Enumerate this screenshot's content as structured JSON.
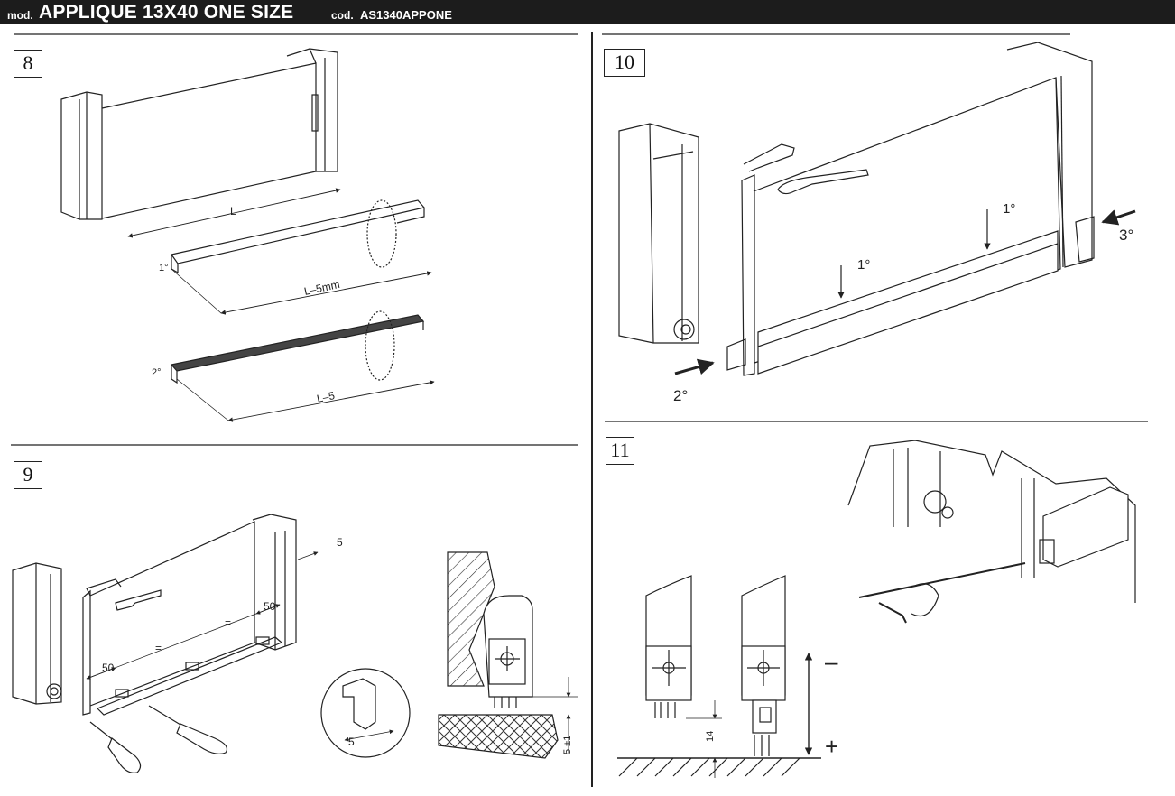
{
  "header": {
    "mod": "mod.",
    "title": "APPLIQUE 13X40 ONE SIZE",
    "cod_label": "cod.",
    "code": "AS1340APPONE"
  },
  "steps": {
    "s8": {
      "number": "8",
      "L": "L",
      "cut1": "1°",
      "L5mm": "L–5mm",
      "cut2": "2°",
      "L5": "L–5"
    },
    "s9": {
      "number": "9",
      "dim5": "5",
      "dim50a": "50",
      "eq1": "=",
      "eq2": "=",
      "dim50b": "50",
      "detail5": "5",
      "gap": "5 ±1"
    },
    "s10": {
      "number": "10",
      "a1": "1°",
      "b1": "1°",
      "a2": "2°",
      "a3": "3°"
    },
    "s11": {
      "number": "11",
      "minus": "–",
      "plus": "+",
      "dim14": "14"
    }
  }
}
